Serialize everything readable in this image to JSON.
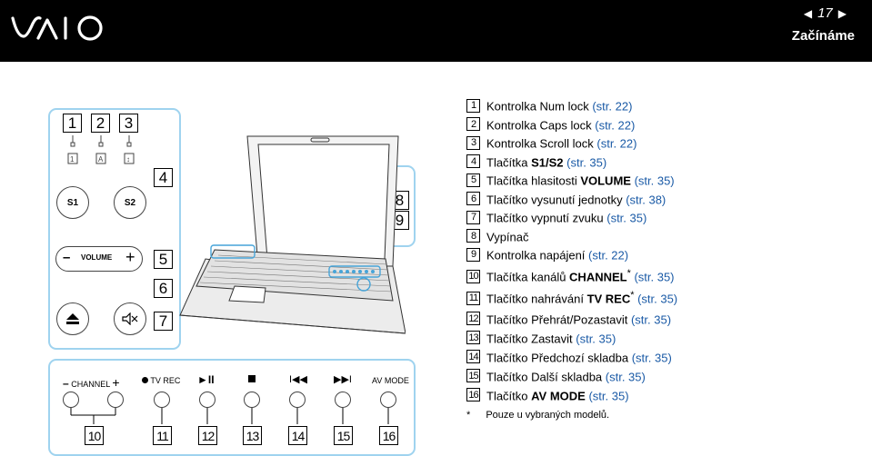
{
  "header": {
    "logo_text": "VAIO",
    "page_number": "17",
    "section_title": "Začínáme",
    "prev_icon": "left-arrow-icon",
    "next_icon": "right-arrow-icon"
  },
  "callouts": {
    "top_left": [
      "1",
      "2",
      "3"
    ],
    "four": "4",
    "five": "5",
    "six": "6",
    "seven": "7",
    "eight": "8",
    "nine": "9",
    "bottom": [
      "10",
      "11",
      "12",
      "13",
      "14",
      "15",
      "16"
    ]
  },
  "panel_labels": {
    "s1": "S1",
    "s2": "S2",
    "volume": "VOLUME",
    "minus": "–",
    "plus": "+",
    "channel": "CHANNEL",
    "tv_rec": "TV REC",
    "av_mode": "AV MODE"
  },
  "items": [
    {
      "num": "1",
      "text": "Kontrolka Num lock ",
      "bold": "",
      "sup": "",
      "ref": "(str. 22)"
    },
    {
      "num": "2",
      "text": "Kontrolka Caps lock ",
      "bold": "",
      "sup": "",
      "ref": "(str. 22)"
    },
    {
      "num": "3",
      "text": "Kontrolka Scroll lock ",
      "bold": "",
      "sup": "",
      "ref": "(str. 22)"
    },
    {
      "num": "4",
      "text": "Tlačítka ",
      "bold": "S1/S2",
      "sup": "",
      "ref": " (str. 35)"
    },
    {
      "num": "5",
      "text": "Tlačítka hlasitosti ",
      "bold": "VOLUME",
      "sup": "",
      "ref": " (str. 35)"
    },
    {
      "num": "6",
      "text": "Tlačítko vysunutí jednotky ",
      "bold": "",
      "sup": "",
      "ref": "(str. 38)"
    },
    {
      "num": "7",
      "text": "Tlačítko vypnutí zvuku ",
      "bold": "",
      "sup": "",
      "ref": "(str. 35)"
    },
    {
      "num": "8",
      "text": "Vypínač",
      "bold": "",
      "sup": "",
      "ref": ""
    },
    {
      "num": "9",
      "text": "Kontrolka napájení ",
      "bold": "",
      "sup": "",
      "ref": "(str. 22)"
    },
    {
      "num": "10",
      "text": "Tlačítka kanálů ",
      "bold": "CHANNEL",
      "sup": "*",
      "ref": " (str. 35)"
    },
    {
      "num": "11",
      "text": "Tlačítko nahrávání ",
      "bold": "TV REC",
      "sup": "*",
      "ref": " (str. 35)"
    },
    {
      "num": "12",
      "text": "Tlačítko Přehrát/Pozastavit ",
      "bold": "",
      "sup": "",
      "ref": "(str. 35)"
    },
    {
      "num": "13",
      "text": "Tlačítko Zastavit ",
      "bold": "",
      "sup": "",
      "ref": "(str. 35)"
    },
    {
      "num": "14",
      "text": "Tlačítko Předchozí skladba ",
      "bold": "",
      "sup": "",
      "ref": "(str. 35)"
    },
    {
      "num": "15",
      "text": "Tlačítko Další skladba ",
      "bold": "",
      "sup": "",
      "ref": "(str. 35)"
    },
    {
      "num": "16",
      "text": "Tlačítko ",
      "bold": "AV MODE",
      "sup": "",
      "ref": " (str. 35)"
    }
  ],
  "footnote": {
    "mark": "*",
    "text": "Pouze u vybraných modelů."
  },
  "colors": {
    "header_bg": "#000000",
    "panel_border": "#9fd3ef",
    "reference_text": "#1a5aa6"
  }
}
